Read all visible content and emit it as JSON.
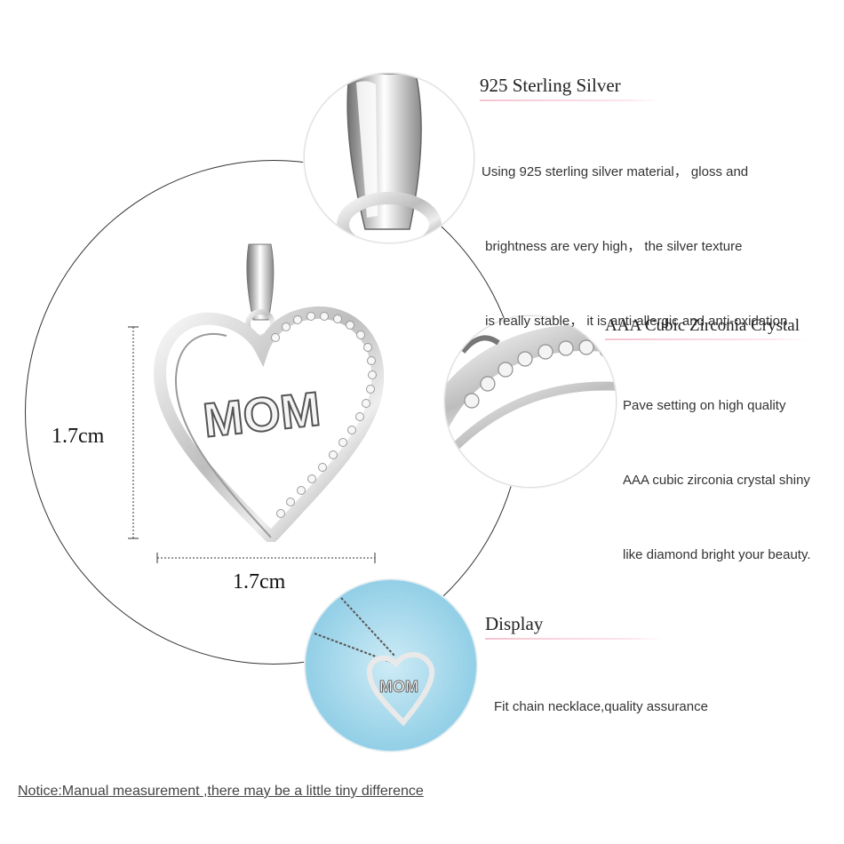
{
  "features": [
    {
      "title": "925 Sterling Silver",
      "lines": [
        "Using 925 sterling silver material， gloss and",
        " brightness are very high， the silver texture",
        " is really stable， it is anti-allergic and anti-oxidation"
      ]
    },
    {
      "title": "AAA Cubic Zirconia Crystal",
      "lines": [
        "Pave setting on high quality",
        "AAA cubic zirconia crystal shiny",
        "like diamond bright your beauty."
      ]
    },
    {
      "title": "Display",
      "lines": [
        "Fit chain necklace,quality assurance"
      ]
    }
  ],
  "dimensions": {
    "height_label": "1.7cm",
    "width_label": "1.7cm"
  },
  "pendant_text": "MOM",
  "notice": "Notice:Manual measurement ,there may be a little tiny  difference",
  "colors": {
    "accent_underline": "#f4c4d0",
    "display_background": "#9ed5ea"
  }
}
